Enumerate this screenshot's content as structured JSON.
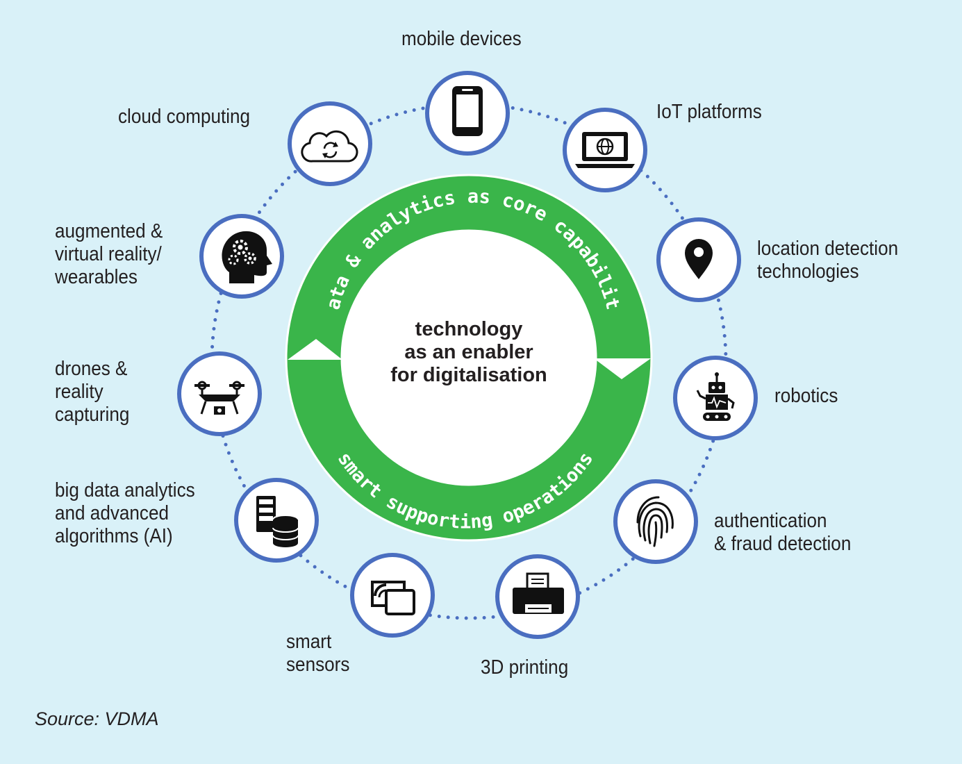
{
  "center": {
    "label": "technology\nas an enabler\nfor digitalisation",
    "arc_top": "data & analytics as core capability",
    "arc_bottom": "smart supporting operations"
  },
  "nodes": [
    {
      "id": "mobile",
      "label": "mobile devices",
      "icon": "smartphone-icon"
    },
    {
      "id": "iot",
      "label": "IoT platforms",
      "icon": "laptop-globe-icon"
    },
    {
      "id": "location",
      "label": "location detection\ntechnologies",
      "icon": "map-pin-icon"
    },
    {
      "id": "robotics",
      "label": "robotics",
      "icon": "robot-icon"
    },
    {
      "id": "auth",
      "label": "authentication\n& fraud detection",
      "icon": "fingerprint-icon"
    },
    {
      "id": "printing",
      "label": "3D printing",
      "icon": "printer-icon"
    },
    {
      "id": "sensors",
      "label": "smart\nsensors",
      "icon": "sensor-signal-icon"
    },
    {
      "id": "bigdata",
      "label": "big data analytics\nand advanced\nalgorithms (AI)",
      "icon": "server-database-icon"
    },
    {
      "id": "drones",
      "label": "drones &\nreality\ncapturing",
      "icon": "drone-icon"
    },
    {
      "id": "ar",
      "label": "augmented &\nvirtual reality/\nwearables",
      "icon": "head-gears-icon"
    },
    {
      "id": "cloud",
      "label": "cloud computing",
      "icon": "cloud-sync-icon"
    }
  ],
  "source": "Source: VDMA",
  "colors": {
    "background": "#d9f1f8",
    "ring": "#3ab54a",
    "node_border": "#4a6ec0",
    "dots": "#4a6ec0",
    "icon": "#111111"
  }
}
